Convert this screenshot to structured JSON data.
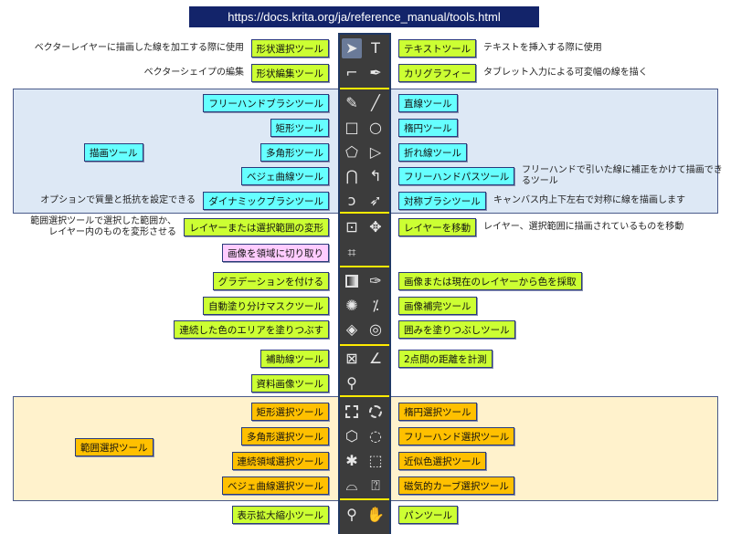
{
  "title": "https://docs.krita.org/ja/reference_manual/tools.html",
  "colors": {
    "lime": "#ccff33",
    "cyan": "#66ffff",
    "pink": "#ffccff",
    "orange": "#ffc000"
  },
  "groups": [
    {
      "label": "描画ツール",
      "color": "cyan"
    },
    {
      "label": "範囲選択ツール",
      "color": "orange"
    }
  ],
  "rows": [
    {
      "left": "形状選択ツール",
      "lc": "lime",
      "ldesc": "ベクターレイヤーに描画した線を加工する際に使用",
      "icons": [
        "select-shapes-icon",
        "text-icon"
      ],
      "right": "テキストツール",
      "rc": "lime",
      "rdesc": "テキストを挿入する際に使用"
    },
    {
      "left": "形状編集ツール",
      "lc": "lime",
      "ldesc": "ベクターシェイプの編集",
      "icons": [
        "edit-shapes-icon",
        "calligraphy-icon"
      ],
      "right": "カリグラフィー",
      "rc": "lime",
      "rdesc": "タブレット入力による可変幅の線を描く"
    },
    {
      "left": "フリーハンドブラシツール",
      "lc": "cyan",
      "icons": [
        "brush-icon",
        "line-icon"
      ],
      "right": "直線ツール",
      "rc": "cyan"
    },
    {
      "left": "矩形ツール",
      "lc": "cyan",
      "icons": [
        "rectangle-icon",
        "ellipse-icon"
      ],
      "right": "楕円ツール",
      "rc": "cyan"
    },
    {
      "left": "多角形ツール",
      "lc": "cyan",
      "icons": [
        "polygon-icon",
        "polyline-icon"
      ],
      "right": "折れ線ツール",
      "rc": "cyan"
    },
    {
      "left": "ベジェ曲線ツール",
      "lc": "cyan",
      "icons": [
        "bezier-icon",
        "freehand-path-icon"
      ],
      "right": "フリーハンドパスツール",
      "rc": "cyan",
      "rdesc": "フリーハンドで引いた線に補正をかけて描画できるツール"
    },
    {
      "left": "ダイナミックブラシツール",
      "lc": "cyan",
      "ldesc": "オプションで質量と抵抗を設定できる",
      "icons": [
        "dynamic-brush-icon",
        "multibrush-icon"
      ],
      "right": "対称ブラシツール",
      "rc": "cyan",
      "rdesc": "キャンバス内上下左右で対称に線を描画します"
    },
    {
      "left": "レイヤーまたは選択範囲の変形",
      "lc": "lime",
      "ldesc": "範囲選択ツールで選択した範囲か、\nレイヤー内のものを変形させる",
      "icons": [
        "transform-icon",
        "move-icon"
      ],
      "right": "レイヤーを移動",
      "rc": "lime",
      "rdesc": "レイヤー、選択範囲に描画されているものを移動"
    },
    {
      "left": "画像を領域に切り取り",
      "lc": "pink",
      "icons": [
        "crop-icon",
        ""
      ]
    },
    {
      "left": "グラデーションを付ける",
      "lc": "lime",
      "icons": [
        "gradient-icon",
        "color-picker-icon"
      ],
      "right": "画像または現在のレイヤーから色を採取",
      "rc": "lime"
    },
    {
      "left": "自動塗り分けマスクツール",
      "lc": "lime",
      "icons": [
        "colorize-mask-icon",
        "smart-patch-icon"
      ],
      "right": "画像補完ツール",
      "rc": "lime"
    },
    {
      "left": "連続した色のエリアを塗りつぶす",
      "lc": "lime",
      "icons": [
        "fill-icon",
        "enclose-fill-icon"
      ],
      "right": "囲みを塗りつぶしツール",
      "rc": "lime"
    },
    {
      "left": "補助線ツール",
      "lc": "lime",
      "icons": [
        "assistant-icon",
        "measure-icon"
      ],
      "right": "2点間の距離を計測",
      "rc": "lime"
    },
    {
      "left": "資料画像ツール",
      "lc": "lime",
      "icons": [
        "reference-image-icon",
        ""
      ]
    },
    {
      "left": "矩形選択ツール",
      "lc": "orange",
      "icons": [
        "rect-select-icon",
        "ellipse-select-icon"
      ],
      "right": "楕円選択ツール",
      "rc": "orange"
    },
    {
      "left": "多角形選択ツール",
      "lc": "orange",
      "icons": [
        "polygon-select-icon",
        "freehand-select-icon"
      ],
      "right": "フリーハンド選択ツール",
      "rc": "orange"
    },
    {
      "left": "連続領域選択ツール",
      "lc": "orange",
      "icons": [
        "contiguous-select-icon",
        "similar-color-select-icon"
      ],
      "right": "近似色選択ツール",
      "rc": "orange"
    },
    {
      "left": "ベジェ曲線選択ツール",
      "lc": "orange",
      "icons": [
        "bezier-select-icon",
        "magnetic-select-icon"
      ],
      "right": "磁気的カーブ選択ツール",
      "rc": "orange"
    },
    {
      "left": "表示拡大縮小ツール",
      "lc": "lime",
      "icons": [
        "zoom-icon",
        "pan-icon"
      ],
      "right": "パンツール",
      "rc": "lime"
    }
  ]
}
